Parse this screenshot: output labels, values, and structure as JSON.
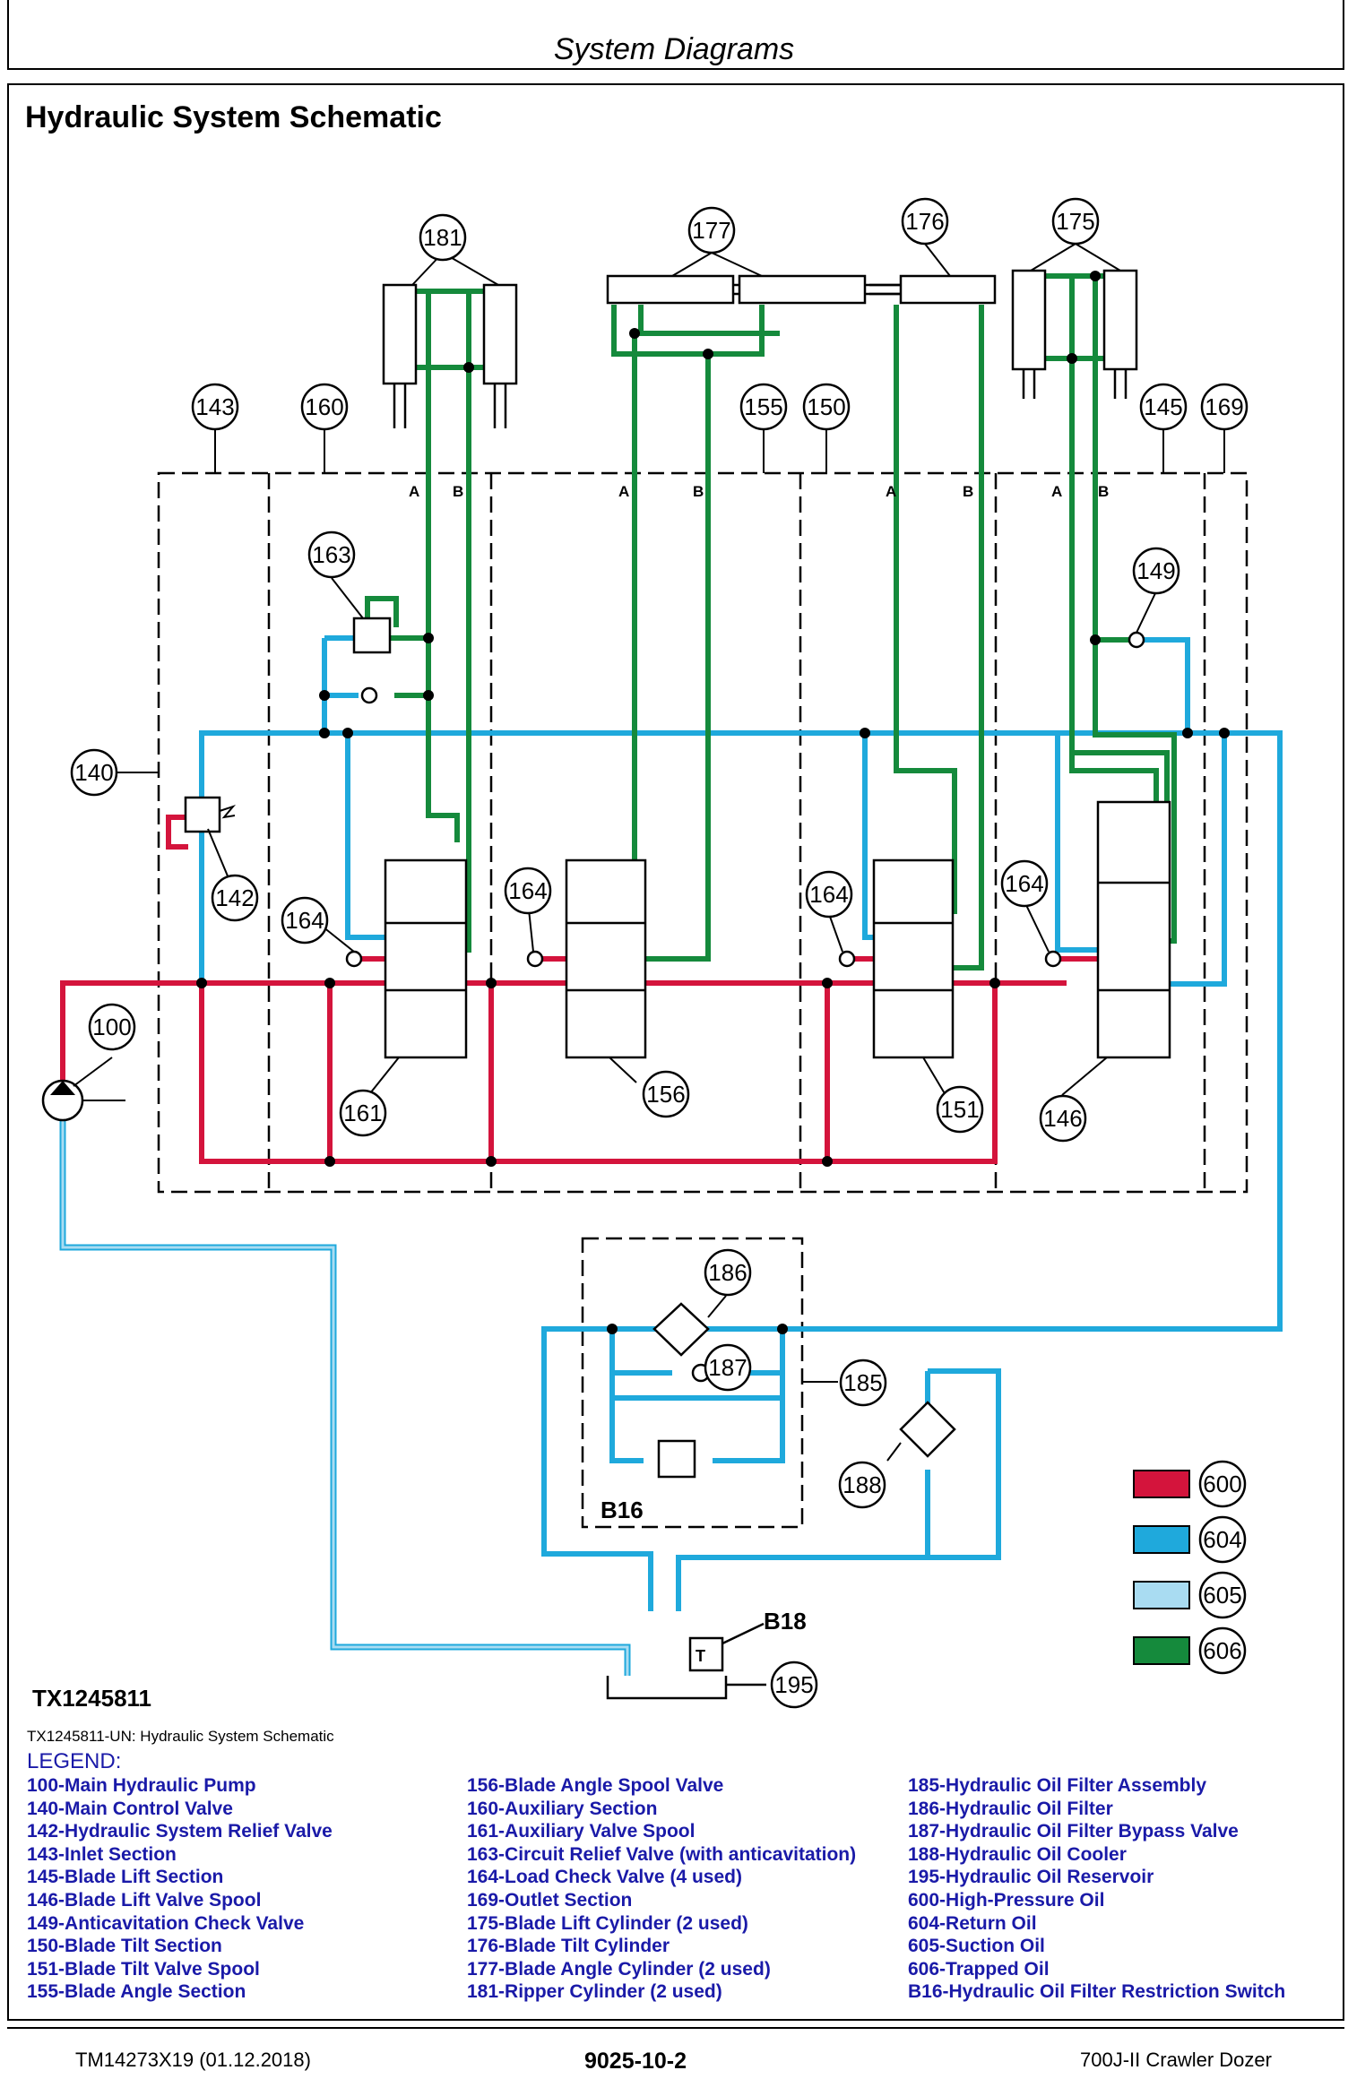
{
  "header": {
    "title": "System Diagrams"
  },
  "section_title": "Hydraulic System Schematic",
  "figure_id": "TX1245811",
  "caption": "TX1245811-UN: Hydraulic System Schematic",
  "legend_title": "LEGEND:",
  "legend": {
    "col1": [
      "100-Main Hydraulic Pump",
      "140-Main Control Valve",
      "142-Hydraulic System Relief Valve",
      "143-Inlet Section",
      "145-Blade Lift Section",
      "146-Blade Lift Valve Spool",
      "149-Anticavitation Check Valve",
      "150-Blade Tilt Section",
      "151-Blade Tilt Valve Spool",
      "155-Blade Angle Section"
    ],
    "col2": [
      "156-Blade Angle Spool Valve",
      "160-Auxiliary Section",
      "161-Auxiliary Valve Spool",
      "163-Circuit Relief Valve (with anticavitation)",
      "164-Load Check Valve (4 used)",
      "169-Outlet Section",
      "175-Blade Lift Cylinder (2 used)",
      "176-Blade Tilt Cylinder",
      "177-Blade Angle Cylinder (2 used)",
      "181-Ripper Cylinder (2 used)"
    ],
    "col3": [
      "185-Hydraulic Oil Filter Assembly",
      "186-Hydraulic Oil Filter",
      "187-Hydraulic Oil Filter Bypass Valve",
      "188-Hydraulic Oil Cooler",
      "195-Hydraulic Oil Reservoir",
      "600-High-Pressure Oil",
      "604-Return Oil",
      "605-Suction Oil",
      "606-Trapped Oil",
      "B16-Hydraulic Oil Filter Restriction Switch"
    ]
  },
  "callouts": {
    "c181": "181",
    "c177": "177",
    "c176": "176",
    "c175": "175",
    "c143": "143",
    "c160": "160",
    "c155": "155",
    "c150": "150",
    "c145": "145",
    "c169": "169",
    "c163": "163",
    "c149": "149",
    "c140": "140",
    "c142": "142",
    "c164a": "164",
    "c164b": "164",
    "c164c": "164",
    "c164d": "164",
    "c100": "100",
    "c161": "161",
    "c156": "156",
    "c151": "151",
    "c146": "146",
    "c186": "186",
    "c187": "187",
    "c185": "185",
    "c188": "188",
    "c195": "195",
    "k600": "600",
    "k604": "604",
    "k605": "605",
    "k606": "606"
  },
  "port_labels": {
    "a": "A",
    "b": "B"
  },
  "labels": {
    "b16": "B16",
    "b18": "B18",
    "t": "T"
  },
  "colors": {
    "high_pressure": "#d4143c",
    "return": "#1fa9dc",
    "suction": "#a9dcf2",
    "trapped": "#158a3c",
    "legend_text": "#1a1aa8"
  },
  "footer": {
    "left": "TM14273X19 (01.12.2018)",
    "center": "9025-10-2",
    "right": "700J-II Crawler Dozer"
  }
}
